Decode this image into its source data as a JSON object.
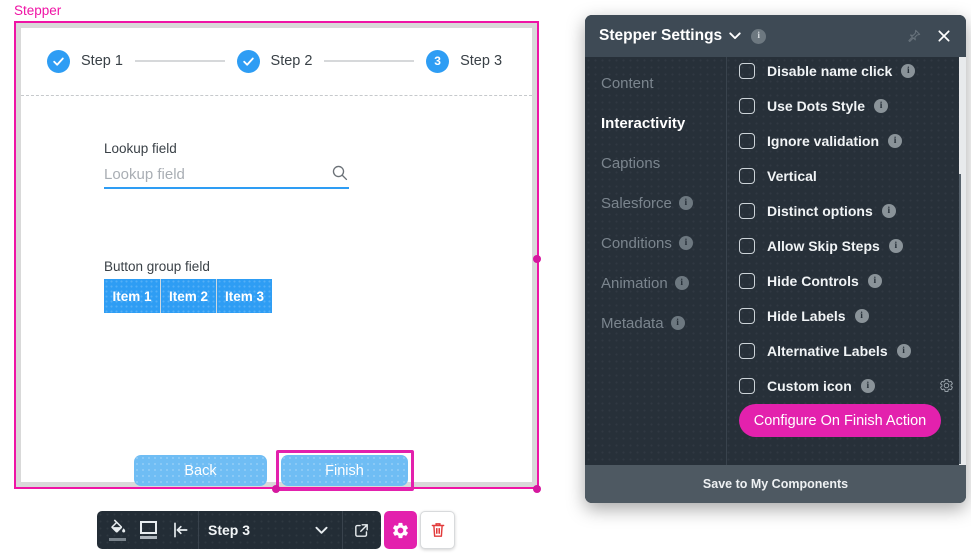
{
  "canvas": {
    "component_label": "Stepper",
    "steps": [
      {
        "label": "Step 1",
        "state": "completed"
      },
      {
        "label": "Step 2",
        "state": "completed"
      },
      {
        "label": "Step 3",
        "state": "current",
        "number": "3"
      }
    ],
    "lookup_label": "Lookup field",
    "lookup_placeholder": "Lookup field",
    "button_group_label": "Button group field",
    "button_group_items": [
      "Item 1",
      "Item 2",
      "Item 3"
    ],
    "back_label": "Back",
    "finish_label": "Finish"
  },
  "toolbar": {
    "selected_step": "Step 3"
  },
  "settings_panel": {
    "title": "Stepper Settings",
    "nav": [
      {
        "label": "Content",
        "info": false,
        "active": false
      },
      {
        "label": "Interactivity",
        "info": false,
        "active": true
      },
      {
        "label": "Captions",
        "info": false,
        "active": false
      },
      {
        "label": "Salesforce",
        "info": true,
        "active": false
      },
      {
        "label": "Conditions",
        "info": true,
        "active": false
      },
      {
        "label": "Animation",
        "info": true,
        "active": false
      },
      {
        "label": "Metadata",
        "info": true,
        "active": false
      }
    ],
    "options": [
      {
        "label": "Disable name click",
        "info": true,
        "checked": false
      },
      {
        "label": "Use Dots Style",
        "info": true,
        "checked": false
      },
      {
        "label": "Ignore validation",
        "info": true,
        "checked": false
      },
      {
        "label": "Vertical",
        "info": false,
        "checked": false
      },
      {
        "label": "Distinct options",
        "info": true,
        "checked": false
      },
      {
        "label": "Allow Skip Steps",
        "info": true,
        "checked": false
      },
      {
        "label": "Hide Controls",
        "info": true,
        "checked": false
      },
      {
        "label": "Hide Labels",
        "info": true,
        "checked": false
      },
      {
        "label": "Alternative Labels",
        "info": true,
        "checked": false
      },
      {
        "label": "Custom icon",
        "info": true,
        "checked": false,
        "has_gear": true
      }
    ],
    "action_button": "Configure On Finish Action",
    "footer": "Save to My Components"
  },
  "colors": {
    "brand_pink": "#e321ad",
    "selection_pink": "#ef14a5",
    "primary_blue": "#2e9df4",
    "light_blue": "#6fbdf4",
    "panel_bg": "#273039",
    "panel_header_bg": "#3e4a55",
    "panel_footer_bg": "#4e5962",
    "toolbar_bg": "#232d36",
    "danger_red": "#e23b3b"
  }
}
